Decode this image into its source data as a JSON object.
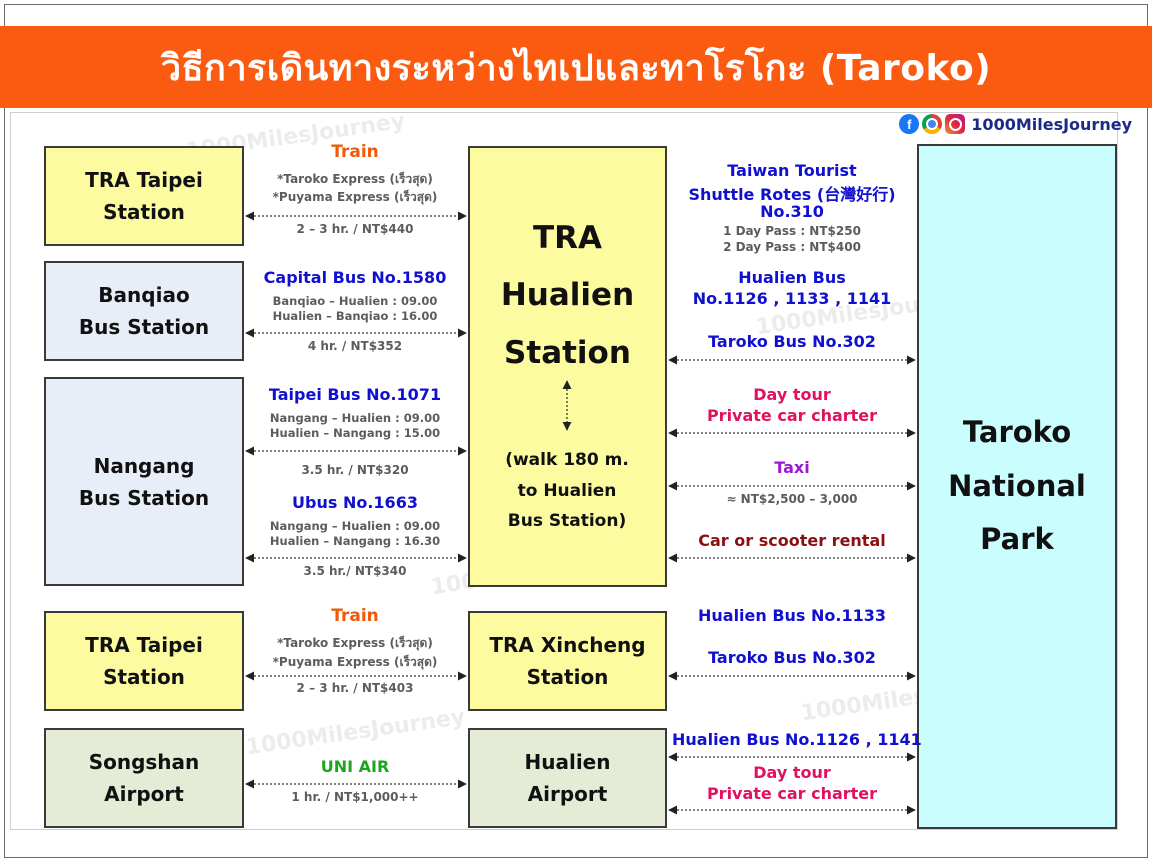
{
  "banner": {
    "title": "วิธีการเดินทางระหว่างไทเปและทาโรโกะ (Taroko)"
  },
  "brand": {
    "name": "1000MilesJourney"
  },
  "watermark": "1000MilesJourney",
  "boxes": {
    "taipei_station_1": [
      "TRA Taipei",
      "Station"
    ],
    "banqiao": [
      "Banqiao",
      "Bus Station"
    ],
    "nangang": [
      "Nangang",
      "Bus Station"
    ],
    "taipei_station_2": [
      "TRA Taipei",
      "Station"
    ],
    "songshan": [
      "Songshan",
      "Airport"
    ],
    "hualien_station": [
      "TRA",
      "Hualien",
      "Station"
    ],
    "walk": [
      "(walk 180 m.",
      "to Hualien",
      "Bus Station)"
    ],
    "xincheng": [
      "TRA Xincheng",
      "Station"
    ],
    "hualien_airport": [
      "Hualien",
      "Airport"
    ],
    "taroko": [
      "Taroko",
      "National",
      "Park"
    ]
  },
  "left_routes": {
    "train1": {
      "title": "Train",
      "notes": [
        "*Taroko Express (เร็วสุด)",
        "*Puyama Express (เร็วสุด)"
      ],
      "info": "2 – 3 hr.  /  NT$440"
    },
    "capital": {
      "title": "Capital Bus No.1580",
      "notes": [
        "Banqiao – Hualien  : 09.00",
        "Hualien  – Banqiao  : 16.00"
      ],
      "info": "4 hr.  /   NT$352"
    },
    "taipeibus": {
      "title": "Taipei Bus No.1071",
      "notes": [
        "Nangang  – Hualien  : 09.00",
        "Hualien  – Nangang  : 15.00"
      ],
      "info": "3.5 hr.  /   NT$320"
    },
    "ubus": {
      "title": "Ubus No.1663",
      "notes": [
        "Nangang  – Hualien  : 09.00",
        "Hualien  – Nangang  : 16.30"
      ],
      "info": "3.5 hr./   NT$340"
    },
    "train2": {
      "title": "Train",
      "notes": [
        "*Taroko Express (เร็วสุด)",
        "*Puyama Express (เร็วสุด)"
      ],
      "info": "2 – 3 hr.  /  NT$403"
    },
    "air": {
      "title": "UNI AIR",
      "info": "1 hr.  /   NT$1,000++"
    }
  },
  "right_routes": {
    "shuttle": {
      "title": [
        "Taiwan Tourist",
        "Shuttle Rotes (台灣好行)",
        "No.310"
      ],
      "notes": [
        "1 Day Pass : NT$250",
        "2 Day Pass : NT$400"
      ]
    },
    "hualienbus": {
      "title": [
        "Hualien Bus",
        "No.1126 , 1133 , 1141"
      ]
    },
    "tarokobus": {
      "title": "Taroko Bus No.302"
    },
    "daytour": {
      "title": [
        "Day tour",
        "Private car charter"
      ]
    },
    "taxi": {
      "title": "Taxi",
      "info": "≈ NT$2,500 – 3,000"
    },
    "rental": {
      "title": "Car or scooter rental"
    },
    "hb1133": {
      "title": "Hualien Bus No.1133"
    },
    "tarokobus2": {
      "title": "Taroko Bus No.302"
    },
    "hb1126": {
      "title": "Hualien Bus No.1126 , 1141"
    },
    "daytour2": {
      "title": [
        "Day tour",
        "Private car charter"
      ]
    }
  },
  "colors": {
    "banner": "#fb5a11",
    "yellow": "#fcfba0",
    "blue_box": "#e8eef8",
    "green_box": "#e5ecd6",
    "cyan_box": "#cafdfd"
  }
}
